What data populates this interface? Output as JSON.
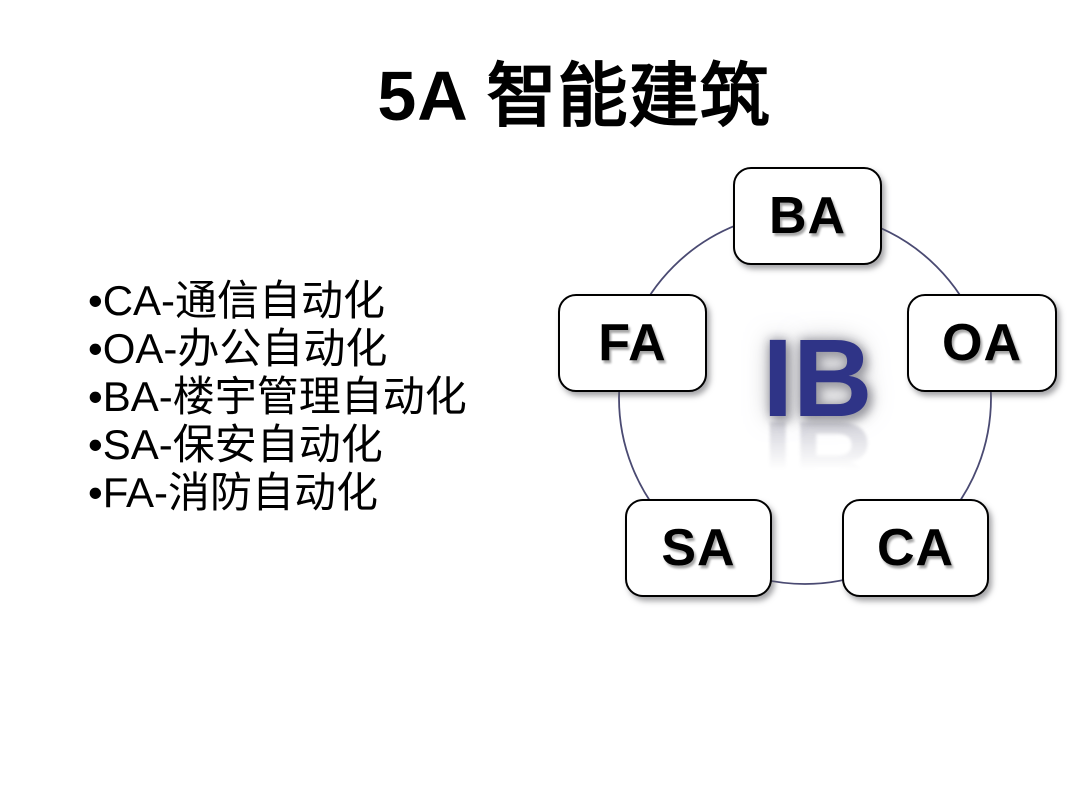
{
  "slide": {
    "title": "5A 智能建筑",
    "bullets": [
      "•CA-通信自动化",
      "•OA-办公自动化",
      "•BA-楼宇管理自动化",
      "•SA-保安自动化",
      "•FA-消防自动化"
    ]
  },
  "diagram": {
    "center_label": "IB",
    "nodes": [
      {
        "id": "ba",
        "label": "BA",
        "position": "top"
      },
      {
        "id": "fa",
        "label": "FA",
        "position": "left"
      },
      {
        "id": "oa",
        "label": "OA",
        "position": "right"
      },
      {
        "id": "sa",
        "label": "SA",
        "position": "bottom-left"
      },
      {
        "id": "ca",
        "label": "CA",
        "position": "bottom-right"
      }
    ],
    "colors": {
      "center_text": "#2f3487",
      "circle_stroke": "#4a4a72",
      "node_fill": "#ffffff",
      "node_border": "#000000",
      "text": "#000000"
    }
  }
}
